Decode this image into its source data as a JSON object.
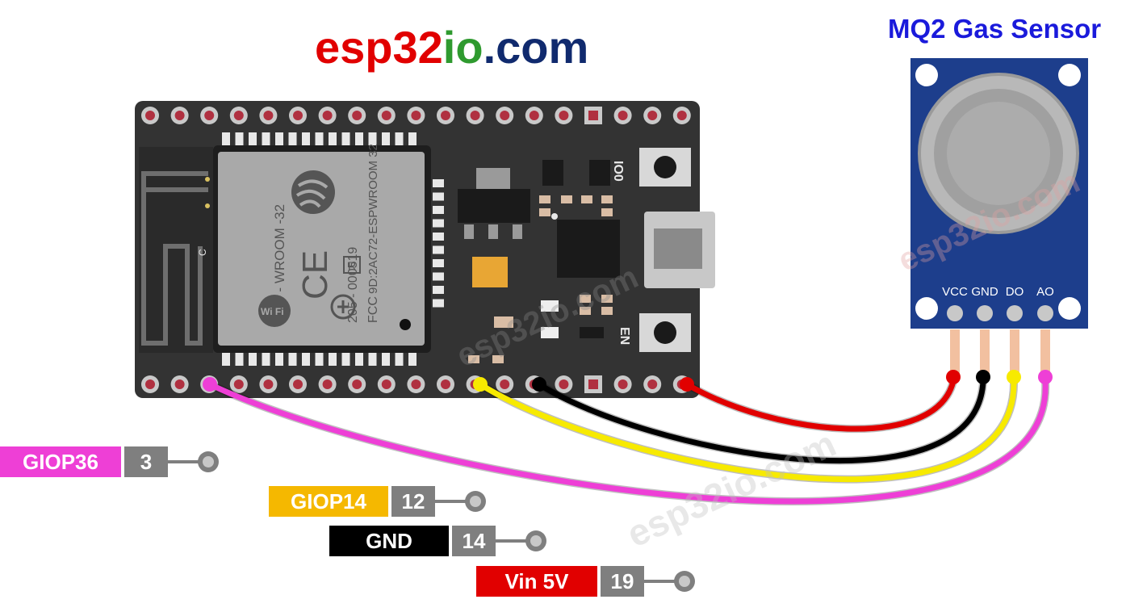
{
  "site_title": {
    "part1": "esp32",
    "part2": "io",
    "part3": ".com",
    "color1": "#e10000",
    "color2": "#2f9a2f",
    "color3": "#102a6e"
  },
  "sensor": {
    "title": "MQ2 Gas Sensor",
    "title_color": "#1a1adb",
    "board_color": "#1d3e8c",
    "pins": [
      "VCC",
      "GND",
      "DO",
      "AO"
    ]
  },
  "esp32": {
    "module_line1": "ESP - WROOM -32",
    "module_line2": "205 - 000519",
    "module_line3": "9D:2AC72-ESPWROOM 32",
    "module_line4": "FCC",
    "wifi_text": "Wi Fi",
    "ce_mark": "CE",
    "r_mark": "R",
    "antenna_label": "C",
    "button_io0": "IO0",
    "button_en": "EN"
  },
  "watermark": "esp32io.com",
  "wires": [
    {
      "name": "vin-wire",
      "color": "#e10000"
    },
    {
      "name": "gnd-wire",
      "color": "#000000"
    },
    {
      "name": "gpio14-wire",
      "color": "#f7ea00"
    },
    {
      "name": "gpio36-wire",
      "color": "#ee3fd6"
    }
  ],
  "legend": [
    {
      "label": "GIOP36",
      "pin": "3",
      "color": "#ee3fd6"
    },
    {
      "label": "GIOP14",
      "pin": "12",
      "color": "#f5b800"
    },
    {
      "label": "GND",
      "pin": "14",
      "color": "#000000"
    },
    {
      "label": "Vin 5V",
      "pin": "19",
      "color": "#e10000"
    }
  ]
}
